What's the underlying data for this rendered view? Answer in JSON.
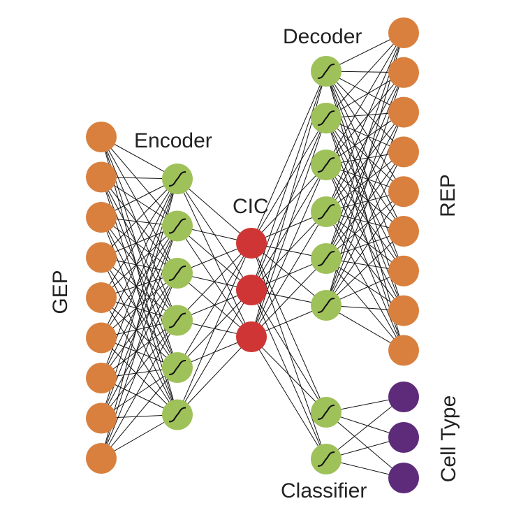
{
  "labels": {
    "input": "GEP",
    "encoder": "Encoder",
    "bottleneck": "CIC",
    "decoder": "Decoder",
    "reconstruction": "REP",
    "classifier": "Classifier",
    "cell_type": "Cell Type"
  },
  "colors": {
    "input_node": "#d9803f",
    "hidden_node": "#9fc15a",
    "bottleneck_node": "#cf3534",
    "bottleneck_label": "#cf3534",
    "output_node": "#d9803f",
    "class_node": "#5d2b7a",
    "edge": "#111111"
  },
  "layers": {
    "gep_nodes": 9,
    "encoder_nodes": 6,
    "cic_nodes": 3,
    "decoder_nodes": 6,
    "rep_nodes": 9,
    "classifier_nodes": 2,
    "cell_type_nodes": 3
  },
  "icons": {
    "hidden_activation": "sigmoid-icon"
  }
}
